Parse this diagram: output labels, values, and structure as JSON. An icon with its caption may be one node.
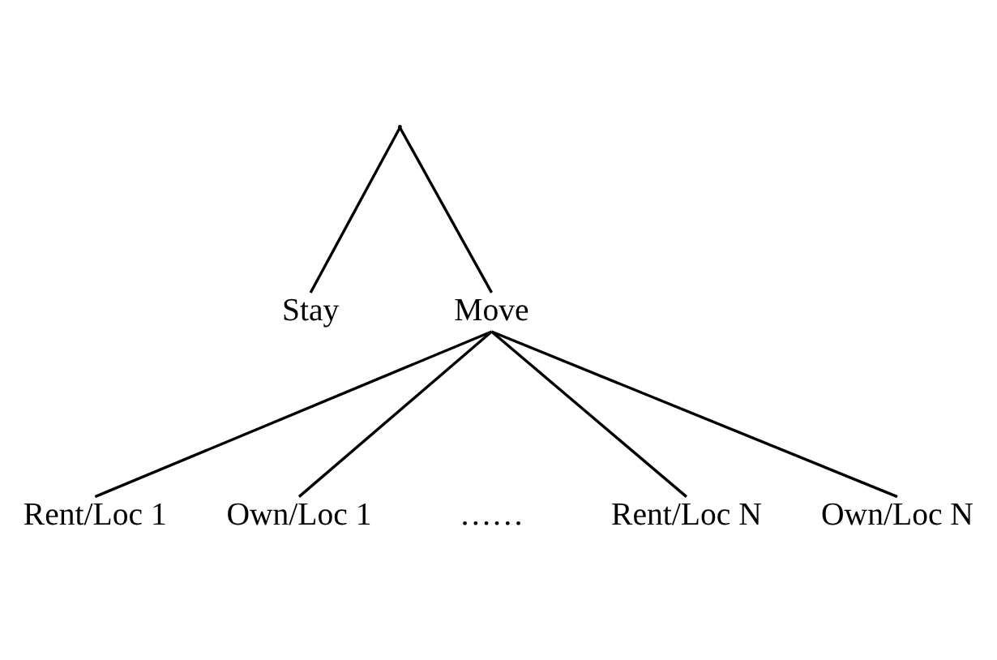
{
  "diagram": {
    "nodes": [
      {
        "text": [],
        "shape": "point"
      },
      {
        "text": [
          "Stay"
        ]
      },
      {
        "text": [
          "Move"
        ]
      },
      {
        "text": [
          "Rent/Loc 1"
        ]
      },
      {
        "text": [
          "Own/Loc 1"
        ]
      },
      {
        "text": [
          "Rent/Loc N"
        ]
      },
      {
        "text": [
          "Own/Loc N"
        ]
      }
    ],
    "edges": [
      {
        "from": 0,
        "to": 1,
        "arrow": "none"
      },
      {
        "from": 0,
        "to": 2,
        "arrow": "none"
      },
      {
        "from": 2,
        "to": 3,
        "arrow": "none"
      },
      {
        "from": 2,
        "to": 4,
        "arrow": "none"
      },
      {
        "from": 2,
        "to": 5,
        "arrow": "none"
      },
      {
        "from": 2,
        "to": 6,
        "arrow": "none"
      }
    ],
    "labels": [
      "……"
    ]
  }
}
